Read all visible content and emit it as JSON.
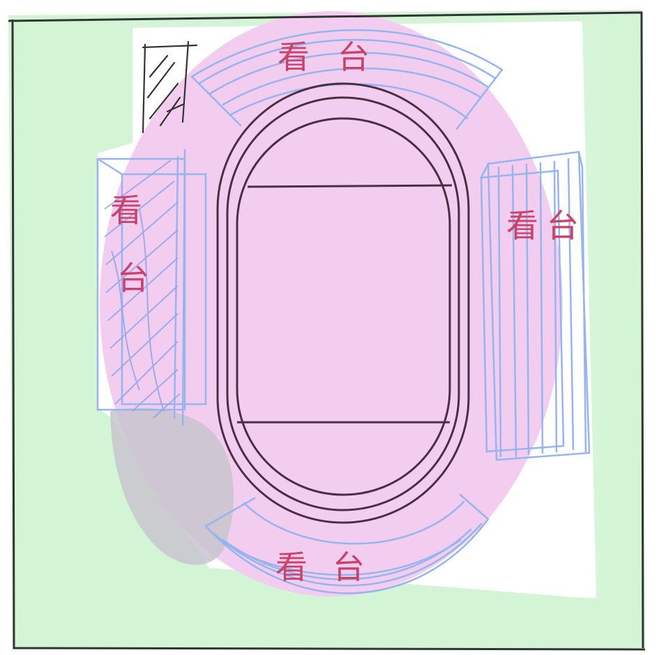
{
  "diagram": {
    "labels": {
      "north_stand": "看台",
      "south_stand": "看台",
      "east_stand": "看台",
      "west_stand_line1": "看",
      "west_stand_line2": "台"
    },
    "colors": {
      "grass": "#d3f5d5",
      "stadium_fill": "#f2cdef",
      "stand_stroke": "#96b4ee",
      "track_stroke": "#4a2f44",
      "label_text": "#c8426a",
      "corner_shadow": "#c9c4cf",
      "border": "#333333"
    }
  }
}
